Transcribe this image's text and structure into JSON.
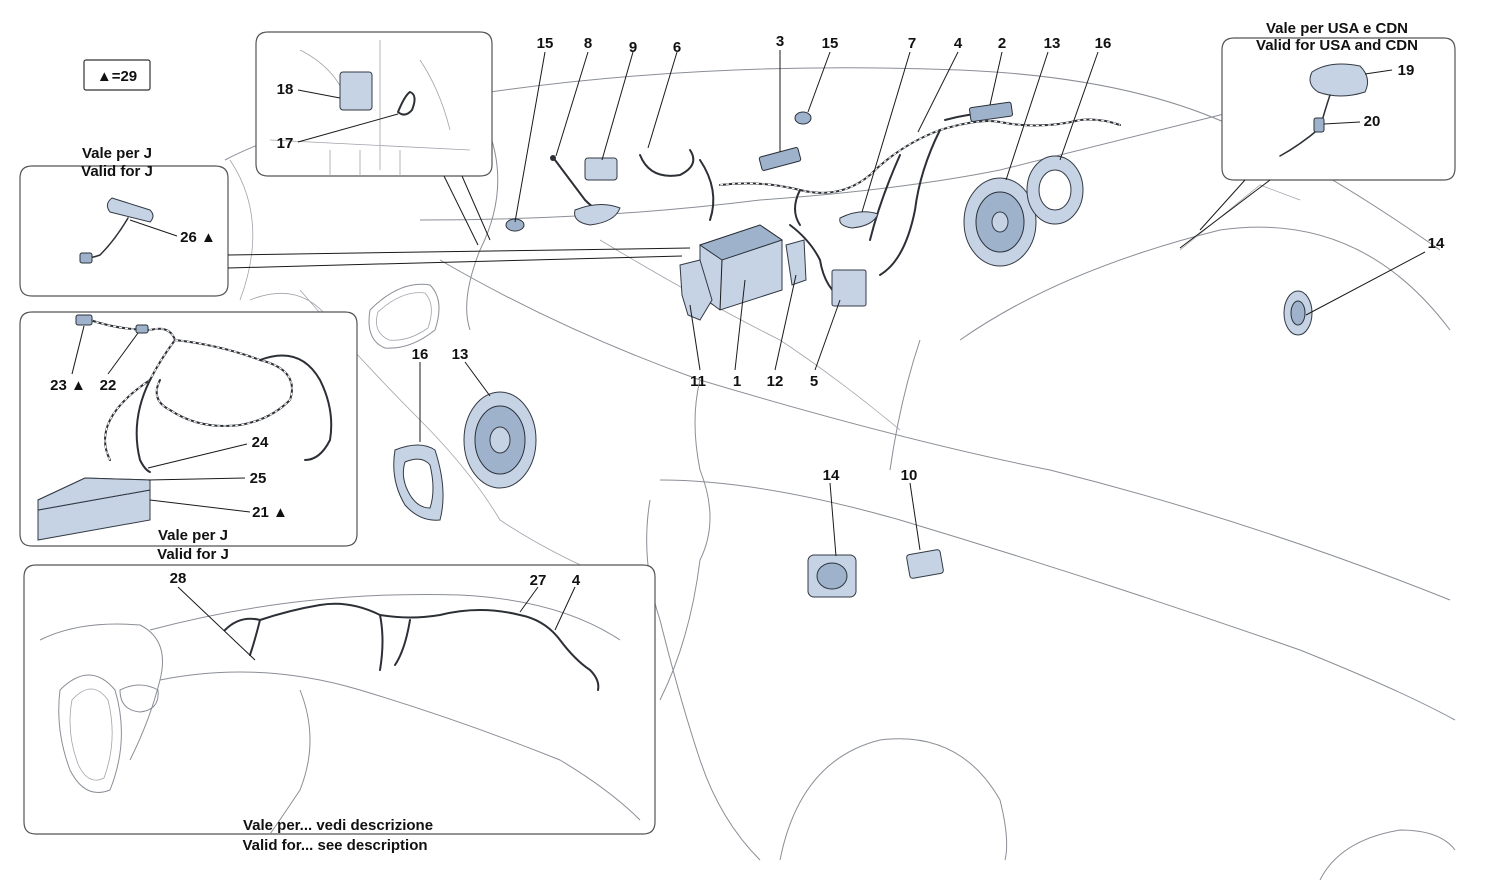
{
  "legend": {
    "text": "▲=29"
  },
  "notes": {
    "usa_it": "Vale per USA e CDN",
    "usa_en": "Valid for USA and CDN",
    "j1_it": "Vale per J",
    "j1_en": "Valid for J",
    "j2_it": "Vale per J",
    "j2_en": "Valid for J",
    "desc_it": "Vale per... vedi descrizione",
    "desc_en": "Valid for... see description"
  },
  "callouts": {
    "c1": "1",
    "c2": "2",
    "c3": "3",
    "c4": "4",
    "c4b": "4",
    "c5": "5",
    "c6": "6",
    "c7": "7",
    "c8": "8",
    "c9": "9",
    "c10": "10",
    "c11": "11",
    "c12": "12",
    "c13a": "13",
    "c13b": "13",
    "c14a": "14",
    "c14b": "14",
    "c15a": "15",
    "c15b": "15",
    "c16a": "16",
    "c16b": "16",
    "c17": "17",
    "c18": "18",
    "c19": "19",
    "c20": "20",
    "c21": "21 ▲",
    "c22": "22",
    "c23": "23 ▲",
    "c24": "24",
    "c25": "25",
    "c26": "26 ▲",
    "c27": "27",
    "c28": "28"
  }
}
